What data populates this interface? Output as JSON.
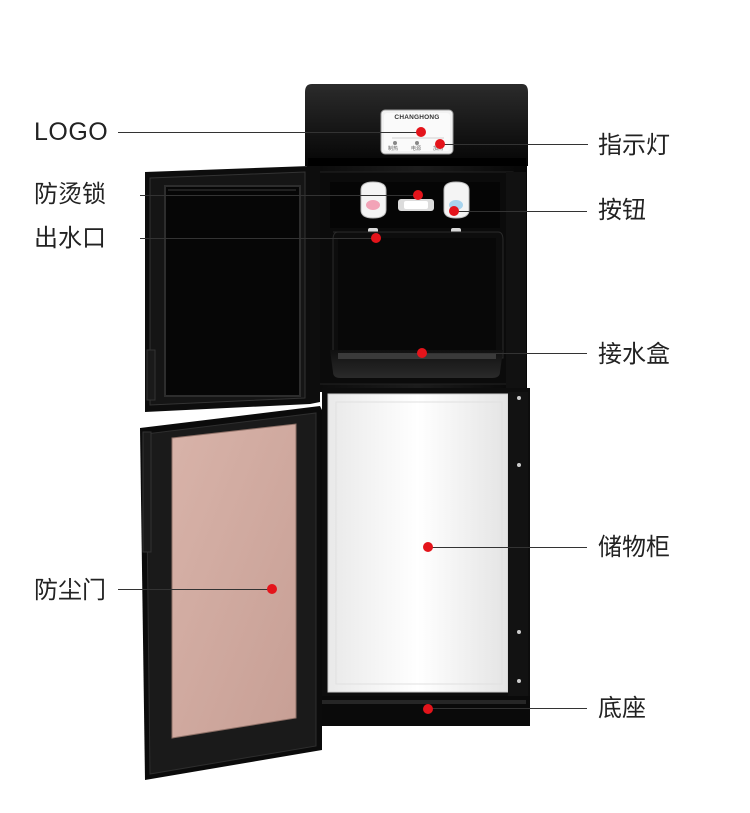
{
  "product": {
    "brand_logo_text": "CHANGHONG",
    "panel_labels": [
      "制热",
      "电源",
      "加热"
    ]
  },
  "callouts": {
    "logo": "LOGO",
    "indicator_light": "指示灯",
    "anti_scald_lock": "防烫锁",
    "button": "按钮",
    "water_outlet": "出水口",
    "drip_tray": "接水盒",
    "storage_cabinet": "储物柜",
    "dust_door": "防尘门",
    "base": "底座"
  },
  "colors": {
    "marker": "#e4141b",
    "cabinet_body": "#111111",
    "door_panel": "#cfa79d",
    "cabinet_interior": "#f7f7f7"
  }
}
